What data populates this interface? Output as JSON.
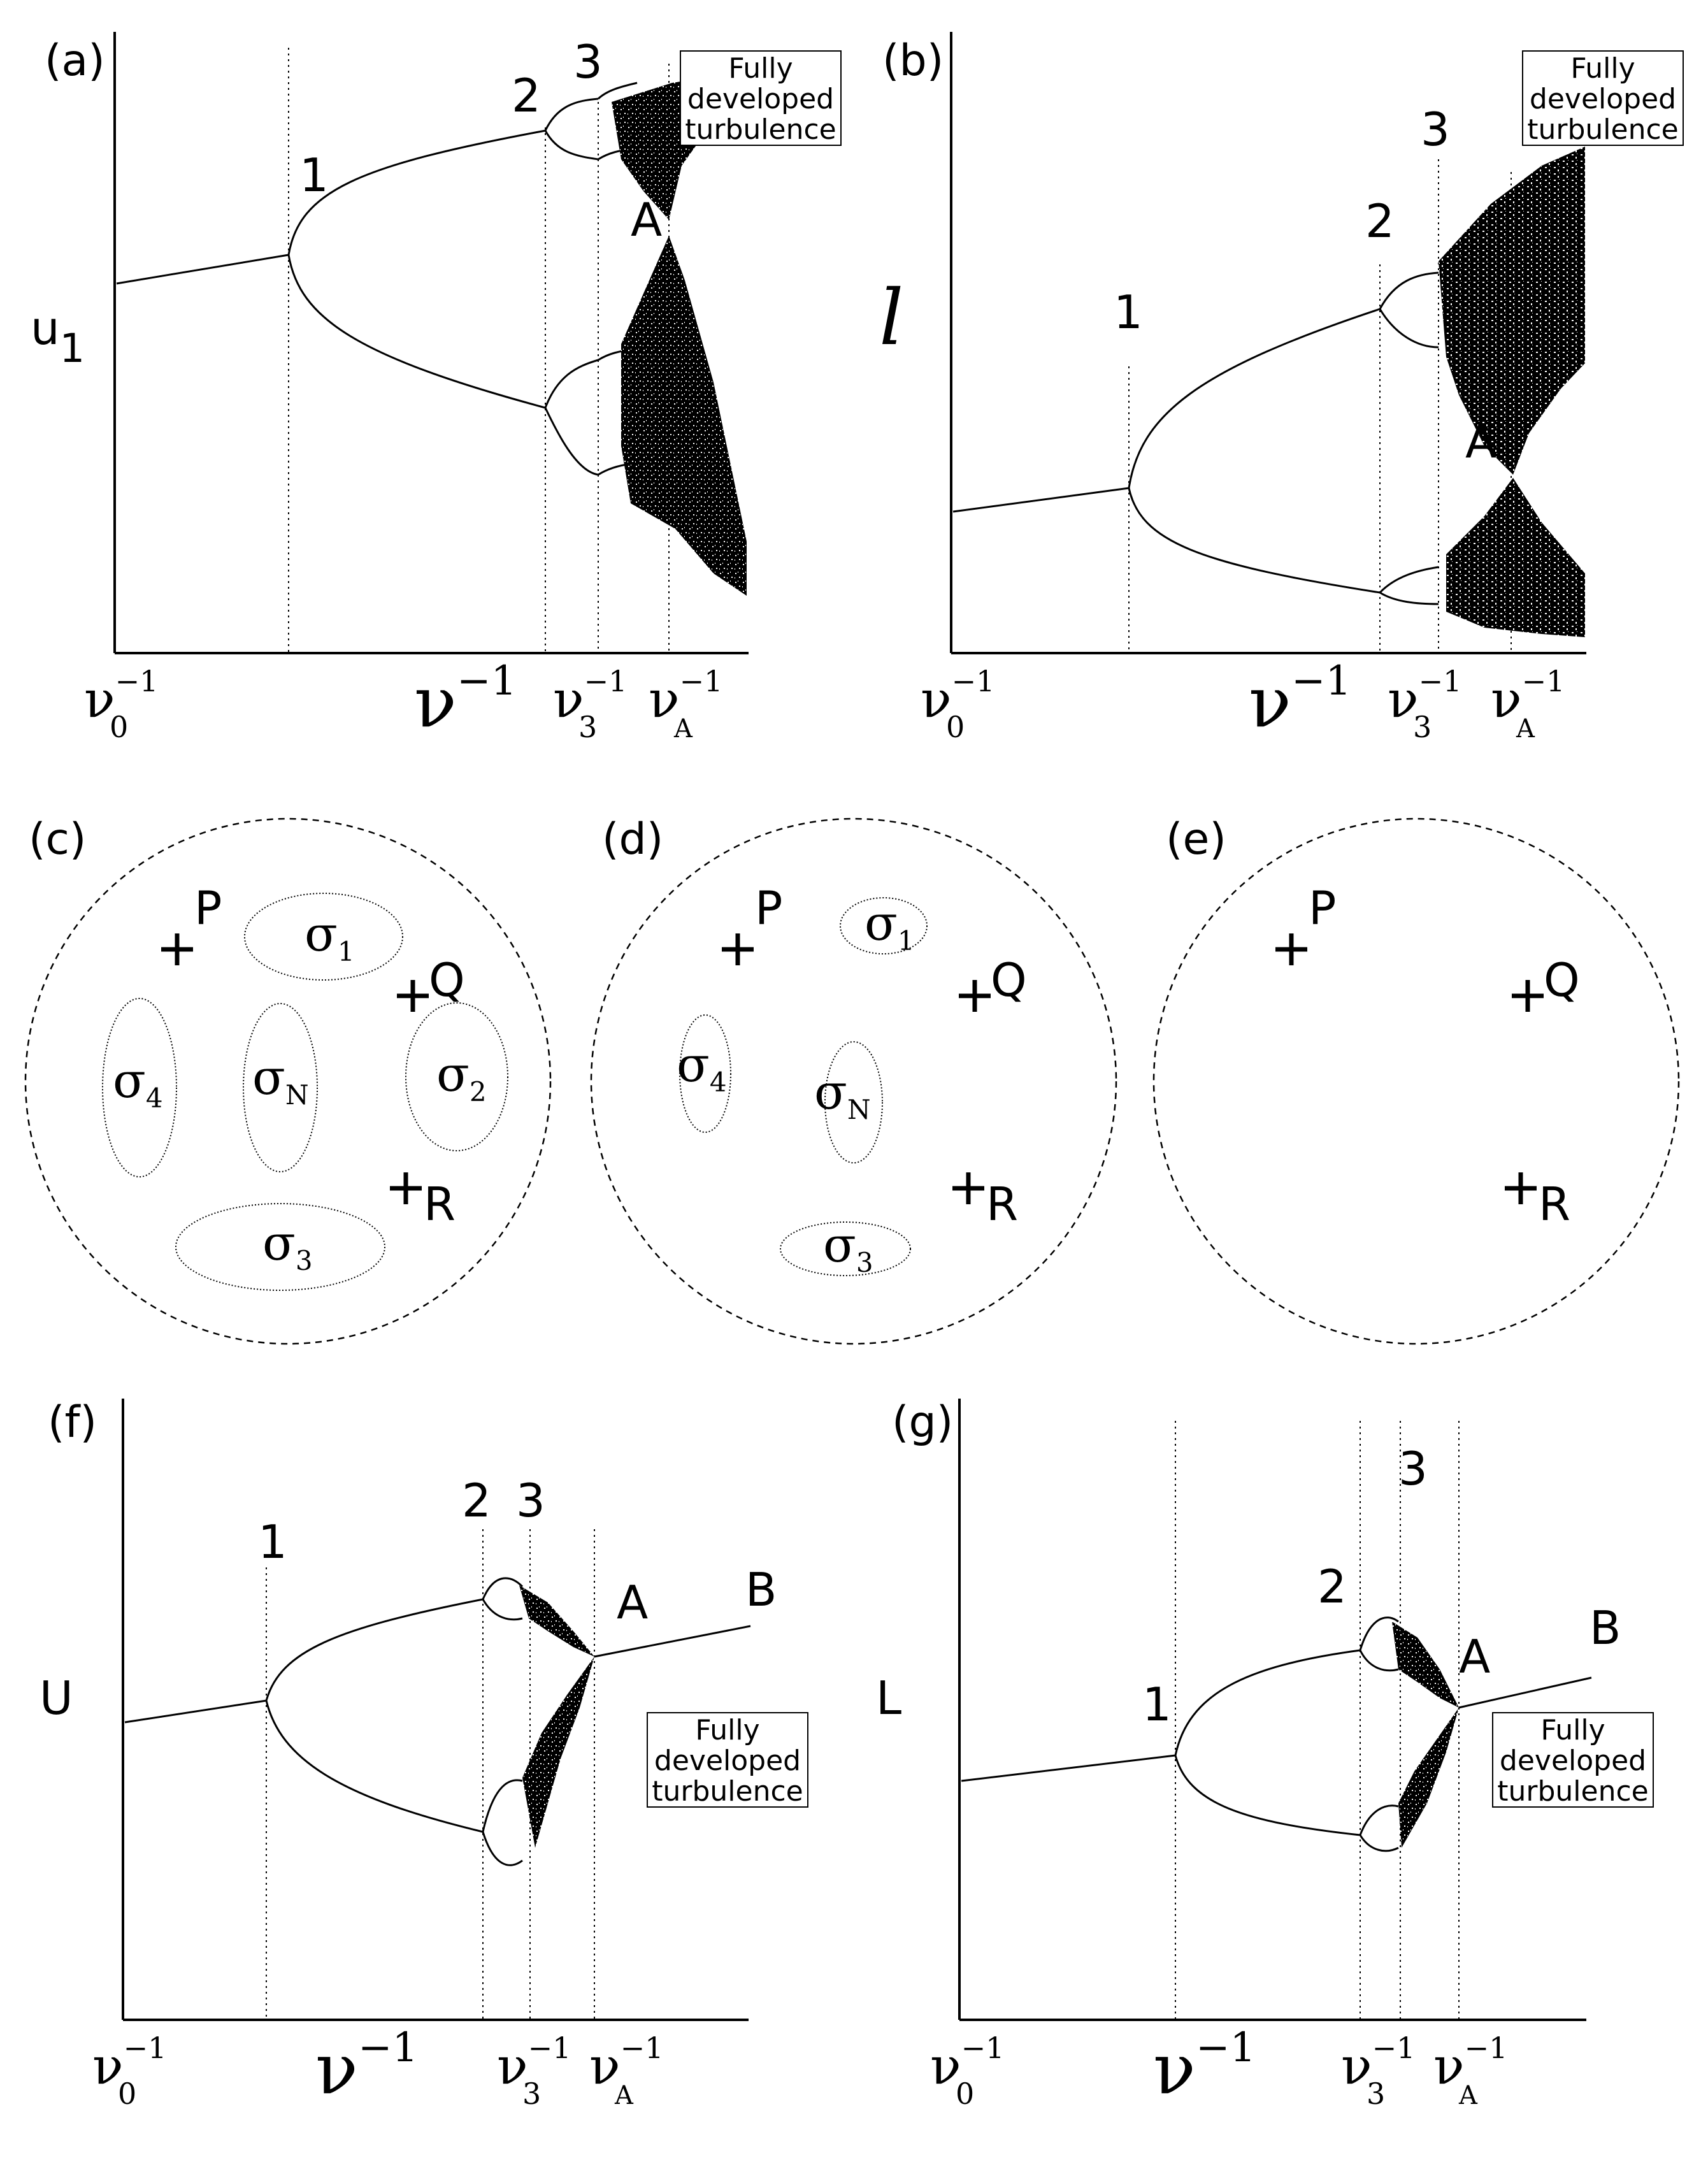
{
  "panels": {
    "a": {
      "tag": "(a)",
      "ylabel": "u",
      "ylabel_sub": "1",
      "x_left": "ν",
      "x_left_sup": "−1",
      "x_left_sub": "0",
      "x_mid": "ν",
      "x_mid_sup": "−1",
      "x_3": "ν",
      "x_3_sup": "−1",
      "x_3_sub": "3",
      "x_A": "ν",
      "x_A_sup": "−1",
      "x_A_sub": "A",
      "m1": "1",
      "m2": "2",
      "m3": "3",
      "mA": "A",
      "box": [
        "Fully",
        "developed",
        "turbulence"
      ]
    },
    "b": {
      "tag": "(b)",
      "ylabel": "l",
      "x_left": "ν",
      "x_left_sup": "−1",
      "x_left_sub": "0",
      "x_mid": "ν",
      "x_mid_sup": "−1",
      "x_3": "ν",
      "x_3_sup": "−1",
      "x_3_sub": "3",
      "x_A": "ν",
      "x_A_sup": "−1",
      "x_A_sub": "A",
      "m1": "1",
      "m2": "2",
      "m3": "3",
      "mA": "A",
      "box": [
        "Fully",
        "developed",
        "turbulence"
      ]
    },
    "c": {
      "tag": "(c)",
      "P": "P",
      "Q": "Q",
      "R": "R",
      "s1": "σ",
      "s1_sub": "1",
      "s2": "σ",
      "s2_sub": "2",
      "s3": "σ",
      "s3_sub": "3",
      "s4": "σ",
      "s4_sub": "4",
      "sN": "σ",
      "sN_sub": "N"
    },
    "d": {
      "tag": "(d)",
      "P": "P",
      "Q": "Q",
      "R": "R",
      "s1": "σ",
      "s1_sub": "1",
      "s3": "σ",
      "s3_sub": "3",
      "s4": "σ",
      "s4_sub": "4",
      "sN": "σ",
      "sN_sub": "N"
    },
    "e": {
      "tag": "(e)",
      "P": "P",
      "Q": "Q",
      "R": "R"
    },
    "f": {
      "tag": "(f)",
      "ylabel": "U",
      "x_left": "ν",
      "x_left_sup": "−1",
      "x_left_sub": "0",
      "x_mid": "ν",
      "x_mid_sup": "−1",
      "x_3": "ν",
      "x_3_sup": "−1",
      "x_3_sub": "3",
      "x_A": "ν",
      "x_A_sup": "−1",
      "x_A_sub": "A",
      "m1": "1",
      "m2": "2",
      "m3": "3",
      "mA": "A",
      "mB": "B",
      "box": [
        "Fully",
        "developed",
        "turbulence"
      ]
    },
    "g": {
      "tag": "(g)",
      "ylabel": "L",
      "x_left": "ν",
      "x_left_sup": "−1",
      "x_left_sub": "0",
      "x_mid": "ν",
      "x_mid_sup": "−1",
      "x_3": "ν",
      "x_3_sup": "−1",
      "x_3_sub": "3",
      "x_A": "ν",
      "x_A_sup": "−1",
      "x_A_sub": "A",
      "m1": "1",
      "m2": "2",
      "m3": "3",
      "mA": "A",
      "mB": "B",
      "box": [
        "Fully",
        "developed",
        "turbulence"
      ]
    }
  },
  "colors": {
    "ink": "#000000",
    "background": "#ffffff"
  }
}
